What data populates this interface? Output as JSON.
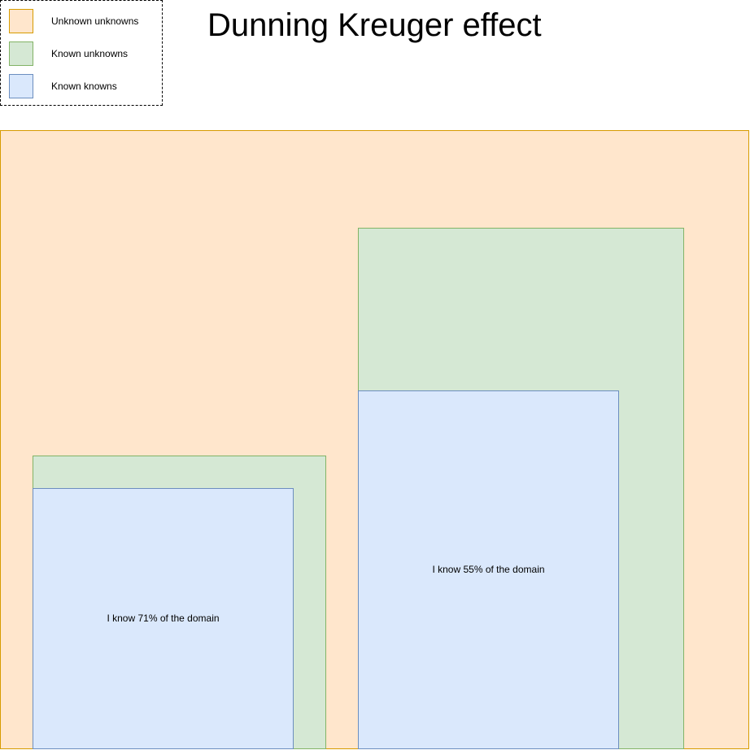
{
  "legend": {
    "items": [
      {
        "label": "Unknown unknowns",
        "fill": "#ffe6cc",
        "stroke": "#d79b00"
      },
      {
        "label": "Known unknowns",
        "fill": "#d5e8d4",
        "stroke": "#82b366"
      },
      {
        "label": "Known knowns",
        "fill": "#dae8fc",
        "stroke": "#6c8ebf"
      }
    ]
  },
  "title": "Dunning Kreuger effect",
  "examples": [
    {
      "label": "I know 71% of the domain"
    },
    {
      "label": "I know 55% of the domain"
    }
  ]
}
